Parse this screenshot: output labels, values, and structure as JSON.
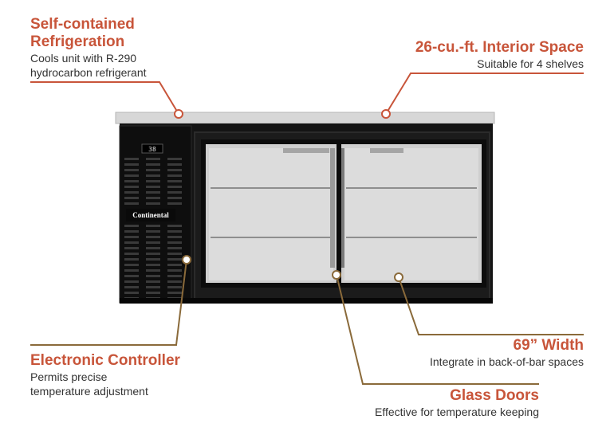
{
  "callouts": {
    "refrigeration": {
      "title_line1": "Self-contained",
      "title_line2": "Refrigeration",
      "desc_line1": "Cools unit with R-290",
      "desc_line2": "hydrocarbon refrigerant"
    },
    "interior": {
      "title": "26-cu.-ft. Interior Space",
      "desc": "Suitable for 4 shelves"
    },
    "controller": {
      "title": "Electronic Controller",
      "desc_line1": "Permits precise",
      "desc_line2": "temperature adjustment"
    },
    "width": {
      "title": "69” Width",
      "desc": "Integrate in back-of-bar spaces"
    },
    "doors": {
      "title": "Glass Doors",
      "desc": "Effective for temperature keeping"
    }
  },
  "product": {
    "brand": "Continental",
    "display_reading": "38"
  },
  "colors": {
    "title": "#c8553a",
    "body_text": "#333333",
    "leader_line_top": "#c8553a",
    "leader_line_bottom": "#8a6a3a"
  }
}
